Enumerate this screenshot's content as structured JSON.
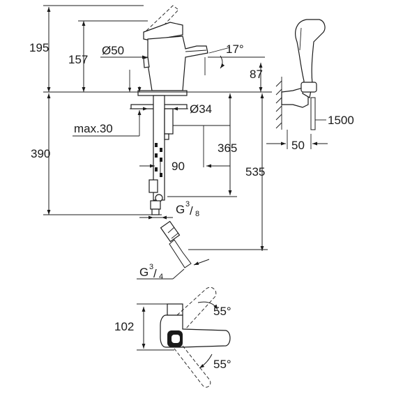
{
  "dimensions": {
    "height_total": "195",
    "height_spout": "157",
    "spout_diameter": "Ø50",
    "spout_angle": "17°",
    "height_87": "87",
    "hole_diameter": "Ø34",
    "deck_max": "max.30",
    "depth_365": "365",
    "depth_390": "390",
    "length_535": "535",
    "offset_90": "90",
    "thread_g38": "3",
    "thread_g38_den": "8",
    "thread_g34": "3",
    "thread_g34_den": "4",
    "hose_1500": "1500",
    "holder_50": "50",
    "width_102": "102",
    "angle_top": "55°",
    "angle_bottom": "55°"
  },
  "thread_letter": "G"
}
